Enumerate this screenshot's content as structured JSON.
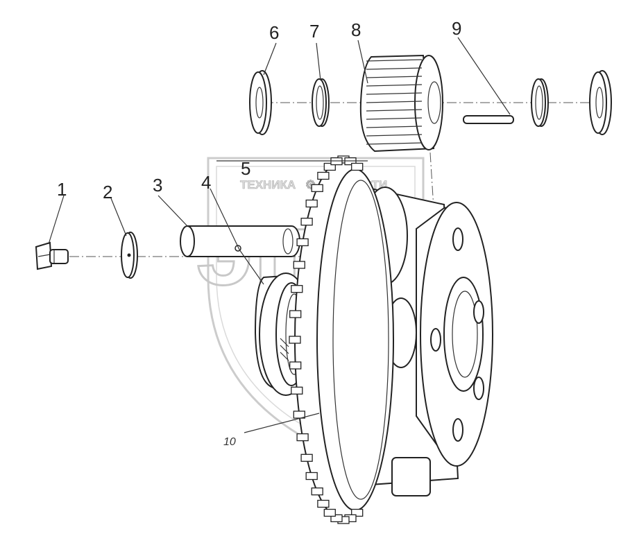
{
  "callouts": [
    {
      "id": "1",
      "label": "1"
    },
    {
      "id": "2",
      "label": "2"
    },
    {
      "id": "3",
      "label": "3"
    },
    {
      "id": "4",
      "label": "4"
    },
    {
      "id": "5",
      "label": "5"
    },
    {
      "id": "6",
      "label": "6"
    },
    {
      "id": "7",
      "label": "7"
    },
    {
      "id": "8",
      "label": "8"
    },
    {
      "id": "9",
      "label": "9"
    },
    {
      "id": "10",
      "label": "10"
    }
  ],
  "watermark": {
    "left_text": "ТЕХНИКА",
    "right_text": "ЗАПЧАСТИ",
    "logo_letters": "эпф"
  }
}
